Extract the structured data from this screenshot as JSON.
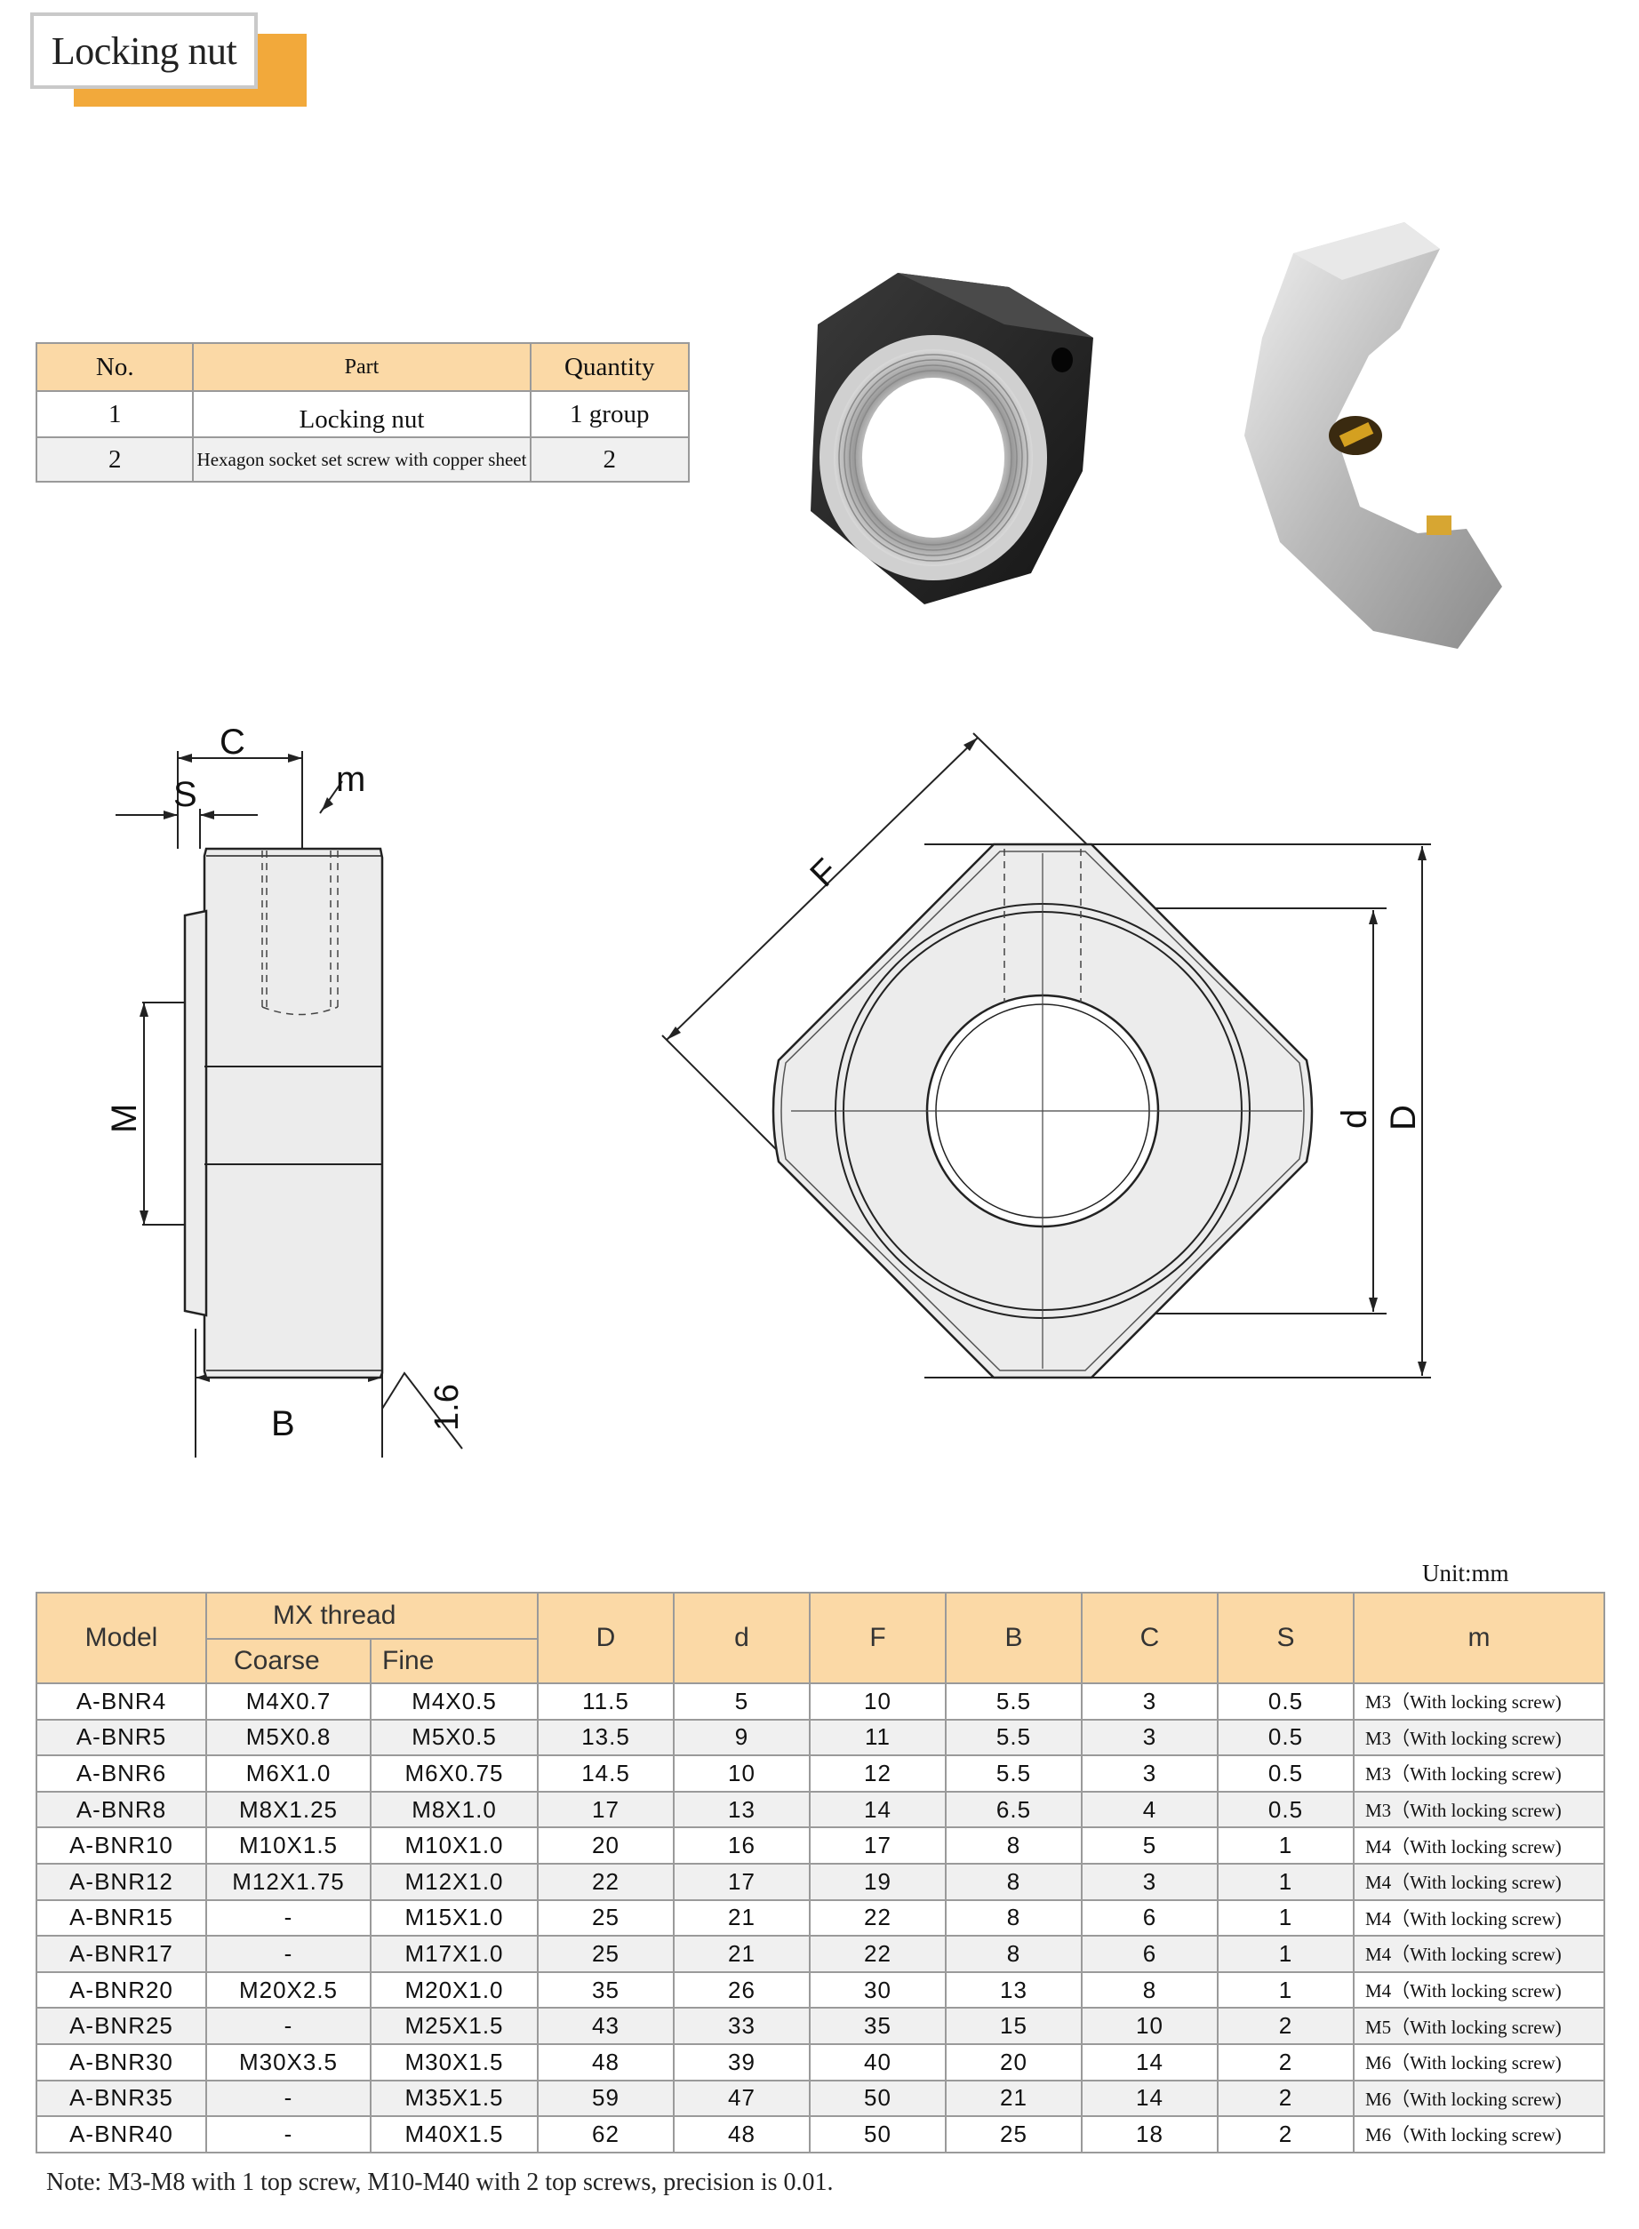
{
  "title": "Locking nut",
  "parts_table": {
    "headers": [
      "No.",
      "Part",
      "Quantity"
    ],
    "rows": [
      {
        "no": "1",
        "part": "Locking nut",
        "qty": "1 group"
      },
      {
        "no": "2",
        "part": "Hexagon socket set screw with copper sheet",
        "qty": "2"
      }
    ]
  },
  "drawing_labels": {
    "C": "C",
    "S": "S",
    "m": "m",
    "M": "M",
    "B": "B",
    "roughness": "1.6",
    "F": "F",
    "d": "d",
    "D": "D"
  },
  "unit": "Unit:mm",
  "spec_table": {
    "headers": {
      "model": "Model",
      "mx_thread": "MX  thread",
      "coarse": "Coarse",
      "fine": "Fine",
      "D": "D",
      "d": "d",
      "F": "F",
      "B": "B",
      "C": "C",
      "S": "S",
      "m": "m"
    },
    "rows": [
      {
        "model": "A-BNR4",
        "coarse": "M4X0.7",
        "fine": "M4X0.5",
        "D": "11.5",
        "d": "5",
        "F": "10",
        "B": "5.5",
        "C": "3",
        "S": "0.5",
        "m": "M3（With locking screw)"
      },
      {
        "model": "A-BNR5",
        "coarse": "M5X0.8",
        "fine": "M5X0.5",
        "D": "13.5",
        "d": "9",
        "F": "11",
        "B": "5.5",
        "C": "3",
        "S": "0.5",
        "m": "M3（With locking screw)"
      },
      {
        "model": "A-BNR6",
        "coarse": "M6X1.0",
        "fine": "M6X0.75",
        "D": "14.5",
        "d": "10",
        "F": "12",
        "B": "5.5",
        "C": "3",
        "S": "0.5",
        "m": "M3（With locking screw)"
      },
      {
        "model": "A-BNR8",
        "coarse": "M8X1.25",
        "fine": "M8X1.0",
        "D": "17",
        "d": "13",
        "F": "14",
        "B": "6.5",
        "C": "4",
        "S": "0.5",
        "m": "M3（With locking screw)"
      },
      {
        "model": "A-BNR10",
        "coarse": "M10X1.5",
        "fine": "M10X1.0",
        "D": "20",
        "d": "16",
        "F": "17",
        "B": "8",
        "C": "5",
        "S": "1",
        "m": "M4（With locking screw)"
      },
      {
        "model": "A-BNR12",
        "coarse": "M12X1.75",
        "fine": "M12X1.0",
        "D": "22",
        "d": "17",
        "F": "19",
        "B": "8",
        "C": "3",
        "S": "1",
        "m": "M4（With locking screw)"
      },
      {
        "model": "A-BNR15",
        "coarse": "-",
        "fine": "M15X1.0",
        "D": "25",
        "d": "21",
        "F": "22",
        "B": "8",
        "C": "6",
        "S": "1",
        "m": "M4（With locking screw)"
      },
      {
        "model": "A-BNR17",
        "coarse": "-",
        "fine": "M17X1.0",
        "D": "25",
        "d": "21",
        "F": "22",
        "B": "8",
        "C": "6",
        "S": "1",
        "m": "M4（With locking screw)"
      },
      {
        "model": "A-BNR20",
        "coarse": "M20X2.5",
        "fine": "M20X1.0",
        "D": "35",
        "d": "26",
        "F": "30",
        "B": "13",
        "C": "8",
        "S": "1",
        "m": "M4（With locking screw)"
      },
      {
        "model": "A-BNR25",
        "coarse": "-",
        "fine": "M25X1.5",
        "D": "43",
        "d": "33",
        "F": "35",
        "B": "15",
        "C": "10",
        "S": "2",
        "m": "M5（With locking screw)"
      },
      {
        "model": "A-BNR30",
        "coarse": "M30X3.5",
        "fine": "M30X1.5",
        "D": "48",
        "d": "39",
        "F": "40",
        "B": "20",
        "C": "14",
        "S": "2",
        "m": "M6（With locking screw)"
      },
      {
        "model": "A-BNR35",
        "coarse": "-",
        "fine": "M35X1.5",
        "D": "59",
        "d": "47",
        "F": "50",
        "B": "21",
        "C": "14",
        "S": "2",
        "m": "M6（With locking screw)"
      },
      {
        "model": "A-BNR40",
        "coarse": "-",
        "fine": "M40X1.5",
        "D": "62",
        "d": "48",
        "F": "50",
        "B": "25",
        "C": "18",
        "S": "2",
        "m": "M6（With locking screw)"
      }
    ]
  },
  "note": "Note: M3-M8 with 1 top screw, M10-M40 with 2 top screws, precision is 0.01."
}
